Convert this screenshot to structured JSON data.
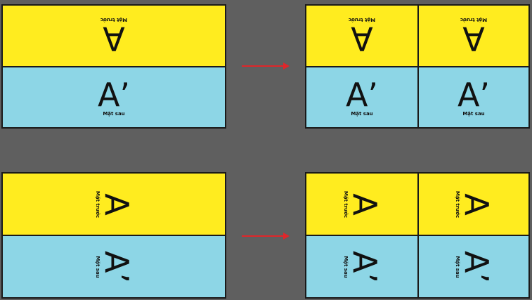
{
  "labels": {
    "front_letter": "A",
    "back_letter": "A’",
    "front_caption": "Mặt trước",
    "back_caption": "Mặt sau"
  },
  "colors": {
    "background": "#5f5f5f",
    "front": "#ffec1f",
    "back": "#8dd6e6",
    "border": "#1a1a1a",
    "arrow": "#e0262a"
  }
}
